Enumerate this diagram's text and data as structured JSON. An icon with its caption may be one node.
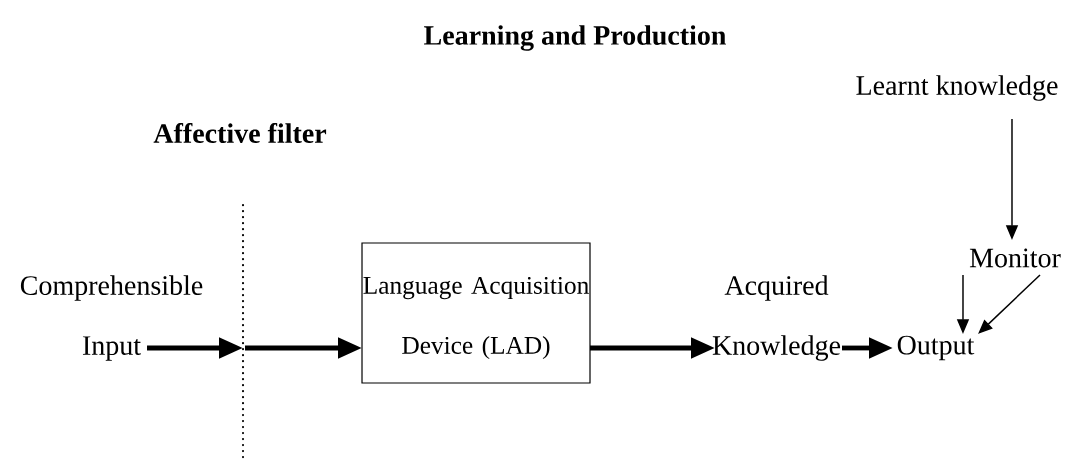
{
  "diagram": {
    "title": "Learning and Production",
    "nodes": [
      {
        "text": [
          "Comprehensible Input"
        ]
      },
      {
        "text": [
          "Affective filter"
        ]
      },
      {
        "text": [
          "Language Acquisition Device (LAD)"
        ]
      },
      {
        "text": [
          "Acquired Knowledge"
        ]
      },
      {
        "text": [
          "Output"
        ]
      },
      {
        "text": [
          "Monitor"
        ]
      },
      {
        "text": [
          "Learnt knowledge"
        ]
      }
    ],
    "edges": [
      {
        "from": 0,
        "to": 1,
        "arrow": "to"
      },
      {
        "from": 1,
        "to": 2,
        "arrow": "to"
      },
      {
        "from": 2,
        "to": 3,
        "arrow": "to"
      },
      {
        "from": 3,
        "to": 4,
        "arrow": "to"
      },
      {
        "from": 6,
        "to": 5,
        "arrow": "to"
      },
      {
        "from": 5,
        "to": 4,
        "arrow": "to"
      },
      {
        "from": 5,
        "to": 4,
        "arrow": "to"
      }
    ]
  }
}
